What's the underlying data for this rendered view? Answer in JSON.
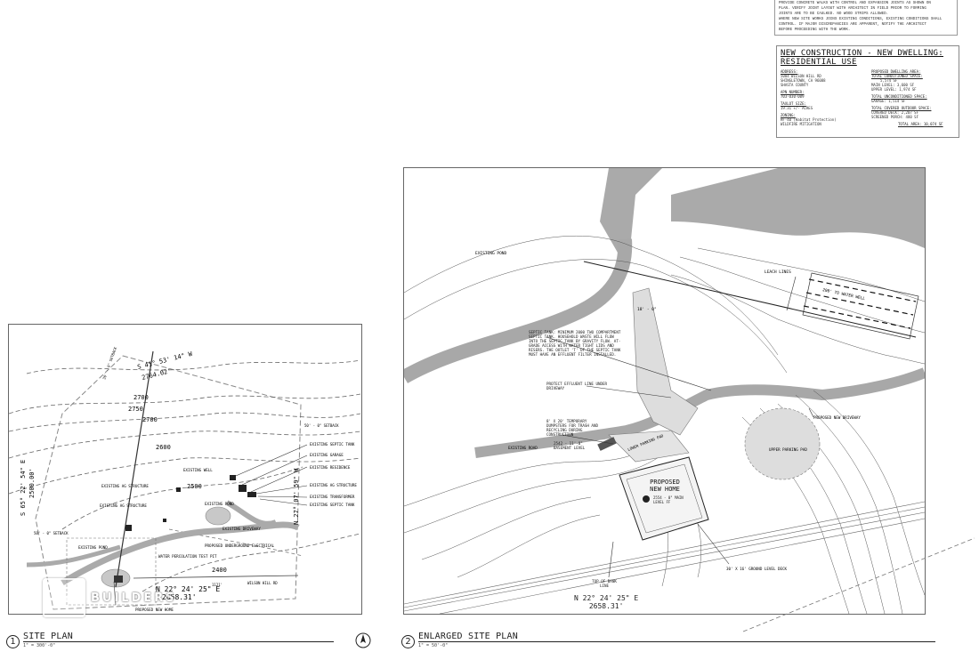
{
  "general_notes": [
    "PROVIDE CONCRETE WALKS WITH CONTROL AND EXPANSION JOINTS AS SHOWN ON",
    "PLAN. VERIFY JOINT LAYOUT WITH ARCHITECT IN FIELD PRIOR TO FORMING",
    "JOINTS ARE TO BE CAULKED. NO WOOD STRIPS ALLOWED.",
    "WHERE NEW SITE WORKS JOINS EXISTING CONDITIONS, EXISTING CONDITIONS SHALL",
    "CONTROL. IF MAJOR DISCREPANCIES ARE APPARENT, NOTIFY THE ARCHITECT",
    "BEFORE PROCEEDING WITH THE WORK."
  ],
  "project_info": {
    "title_line1": "NEW CONSTRUCTION - NEW DWELLING:",
    "title_line2": "RESIDENTIAL USE",
    "left": [
      {
        "label": "ADDRESS:",
        "values": [
          "5084 WILSON HILL RD",
          "SHINGLETOWN, CA 96088",
          "SHASTA COUNTY"
        ]
      },
      {
        "label": "APN NUMBER:",
        "values": [
          "703-030-009"
        ]
      },
      {
        "label": "TAXLOT SIZE:",
        "values": [
          "19.31 +/- ACRES"
        ]
      },
      {
        "label": "ZONING:",
        "values": [
          "HF-40 (Habitat Protection)",
          "WILDFIRE MITIGATION"
        ]
      }
    ],
    "right": [
      {
        "label": "PROPOSED DWELLING AREA:",
        "values": []
      },
      {
        "label": "TOTAL CONDITIONED SPACE:",
        "values": [
          "5,574 SF",
          "MAIN LEVEL: 3,600 SF",
          "UPPER LEVEL: 1,974 SF"
        ]
      },
      {
        "label": "TOTAL UNCONDITIONED SPACE:",
        "values": [
          "GARAGE: 1,514 SF"
        ]
      },
      {
        "label": "TOTAL COVERED OUTDOOR SPACE:",
        "values": [
          "COVERED DECK: 2,207 SF",
          "SCREENED PORCH: 480 SF"
        ]
      },
      {
        "label": "TOTAL AREA: 10,074 SF",
        "values": []
      }
    ]
  },
  "site_plan": {
    "number": "1",
    "title": "SITE PLAN",
    "scale": "1\" = 300'-0\"",
    "bearing_top": "S 41° 53' 14\" W",
    "dist_top": "2764.02'",
    "bearing_left": "S 65° 22' 54\" E",
    "dist_left": "2500.00'",
    "bearing_right": "N 27° 07' 59\" W",
    "bearing_bottom": "N 22° 24' 25\" E",
    "dist_bottom": "2658.31'",
    "contours": [
      "2700",
      "2750",
      "2700",
      "2600",
      "2500",
      "2400"
    ],
    "labels": {
      "setback_right": "50' - 0\" SETBACK",
      "setback_left": "50' - 0\" SETBACK",
      "setback_top": "30' - 0\" SETBACK",
      "existing_septic_tank_1": "EXISTING SEPTIC TANK",
      "existing_garage": "EXISTING GARAGE",
      "existing_residence": "EXISTING RESIDENCE",
      "existing_ag_structure_r": "EXISTING AG STRUCTURE",
      "existing_transformer": "EXISTING TRANSFORMER",
      "existing_septic_tank_2": "EXISTING SEPTIC TANK",
      "existing_well": "EXISTING WELL",
      "existing_ag_structure_l": "EXISTING AG STRUCTURE",
      "existing_ag_structure_l2": "EXISTING AG STRUCTURE",
      "existing_pond_c": "EXISTING POND",
      "existing_driveway": "EXISTING DRIVEWAY",
      "existing_pond_l": "EXISTING POND",
      "proposed_electrical": "PROPOSED UNDERGROUND ELECTRICAL",
      "water_perc": "WATER PERCOLATION TEST PIT",
      "wilson_hill": "WILSON HILL RD",
      "proposed_new_home": "PROPOSED NEW HOME",
      "dim_bottom": "1121'"
    }
  },
  "enlarged_plan": {
    "number": "2",
    "title": "ENLARGED SITE PLAN",
    "scale": "1\" = 50'-0\"",
    "bearing_bottom": "N 22° 24' 25\" E",
    "dist_bottom": "2658.31'",
    "labels": {
      "existing_pond": "EXISTING POND",
      "leach_lines": "LEACH LINES",
      "water_well": "200' TO WATER WELL",
      "septic_tank": "SEPTIC TANK: MINIMUM 2000 TWO COMPARTMENT SEPTIC TANK. HOUSEHOLD WASTE WILL FLOW INTO THE SEPTIC TANK BY GRAVITY FLOW. AT-GRADE ACCESS WITH WATER TIGHT LIDS AND RISERS. THE OUTLET 'T' OF THE SEPTIC TANK MUST HAVE AN EFFLUENT FILTER INSTALLED.",
      "protect_effluent": "PROTECT EFFLUENT LINE UNDER DRIVEWAY",
      "dumpsters": "8' X 20' TEMPORARY DUMPSTERS FOR TRASH AND RECYCLING DURING CONSTRUCTION",
      "basement_level": "2542 - 11'-0\" BASEMENT LEVEL",
      "existing_road": "EXISTING ROAD",
      "lower_parking": "LOWER PARKING PAD",
      "upper_parking": "UPPER PARKING PAD",
      "proposed_driveway": "PROPOSED NEW DRIVEWAY",
      "proposed_home": "PROPOSED NEW HOME",
      "main_level": "2554 - 0\" MAIN LEVEL FF",
      "deck": "30' X 16' GROUND LEVEL DECK",
      "top_of_bank": "TOP OF BANK LINE",
      "dim_18": "18' - 0\""
    }
  },
  "logo": {
    "mark": "dc",
    "text": "BUILDERS"
  }
}
